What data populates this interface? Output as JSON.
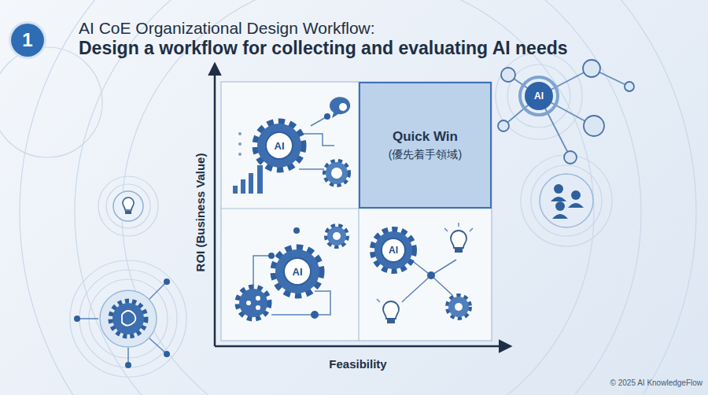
{
  "diagram": {
    "title": "AI CoE Organizational Design Workflow:",
    "nodes": [
      {
        "text": [
          "1"
        ]
      },
      {
        "text": [
          "Quick Win",
          "(優先着手領域)"
        ]
      }
    ],
    "labels": [
      "Design a workflow for collecting and evaluating AI needs",
      "AI",
      "AI",
      "AI",
      "AI",
      "ROI (Business Value)",
      "Feasibility",
      "© 2025 AI KnowledgeFlow"
    ]
  }
}
